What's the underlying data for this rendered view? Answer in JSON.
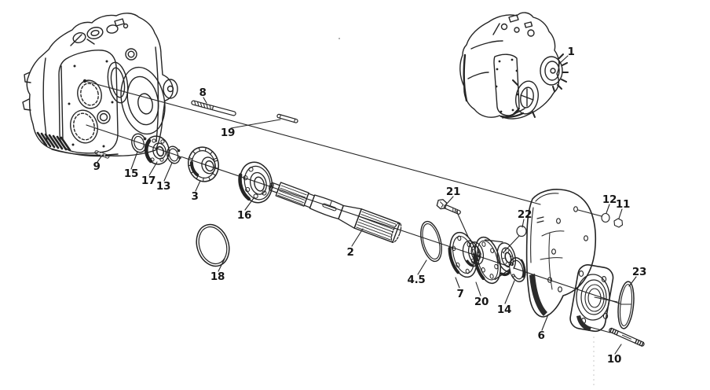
{
  "parts": {
    "p1": "1",
    "p2": "2",
    "p3": "3",
    "p45": "4.5",
    "p6": "6",
    "p7": "7",
    "p8": "8",
    "p9": "9",
    "p10": "10",
    "p11": "11",
    "p12": "12",
    "p13": "13",
    "p14": "14",
    "p15": "15",
    "p16": "16",
    "p17": "17",
    "p18": "18",
    "p19": "19",
    "p20": "20",
    "p21": "21",
    "p22": "22",
    "p23": "23"
  },
  "colors": {
    "ink": "#242424",
    "shading": "#2b2b2b",
    "background": "#ffffff"
  }
}
